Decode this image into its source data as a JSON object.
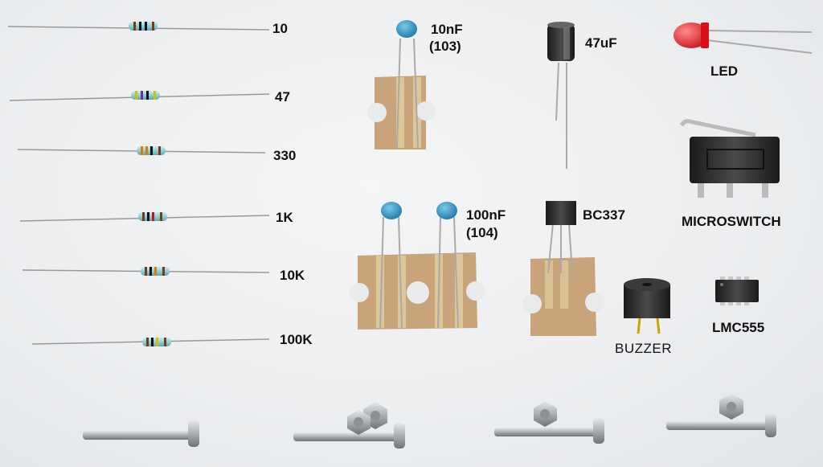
{
  "components": {
    "resistors": [
      {
        "value": "10"
      },
      {
        "value": "47"
      },
      {
        "value": "330"
      },
      {
        "value": "1K"
      },
      {
        "value": "10K"
      },
      {
        "value": "100K"
      }
    ],
    "capacitor_small": {
      "line1": "10nF",
      "line2": "(103)"
    },
    "capacitor_large": {
      "line1": "100nF",
      "line2": "(104)"
    },
    "electrolytic": {
      "label": "47uF"
    },
    "led": {
      "label": "LED"
    },
    "transistor": {
      "label": "BC337"
    },
    "microswitch": {
      "label": "MICROSWITCH"
    },
    "buzzer": {
      "label": "BUZZER"
    },
    "ic": {
      "label": "LMC555"
    }
  },
  "colors": {
    "background": "#eceef0",
    "resistor_body": "#8fd0d8",
    "ceramic_cap": "#3a9ac8",
    "cardboard": "#c9a47a",
    "led_red": "#e8202a",
    "metal": "#b9bcc0"
  },
  "hardware": {
    "screw_count": 4,
    "nut_count": 4
  }
}
